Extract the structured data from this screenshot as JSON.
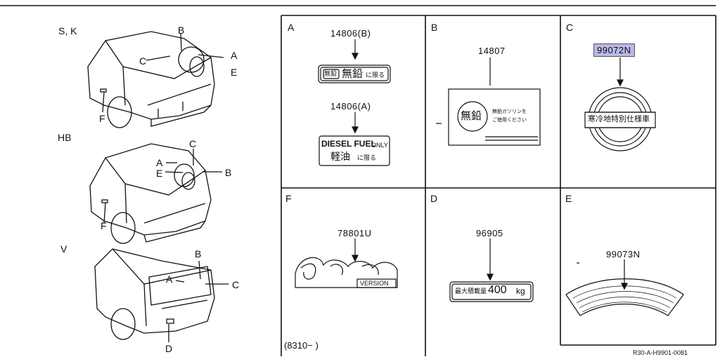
{
  "views": [
    {
      "name": "S, K",
      "labels": {
        "B": "B",
        "C": "C",
        "A": "A",
        "E": "E",
        "F": "F"
      }
    },
    {
      "name": "HB",
      "labels": {
        "C": "C",
        "A": "A",
        "E": "E",
        "B": "B",
        "F": "F"
      }
    },
    {
      "name": "V",
      "labels": {
        "B": "B",
        "A": "A",
        "C": "C",
        "D": "D"
      }
    }
  ],
  "panels": {
    "A": {
      "letter": "A",
      "part_top": "14806(B)",
      "label_top_small": "無鉛",
      "label_top_main": "無鉛",
      "label_top_suffix": "に限る",
      "part_bottom": "14806(A)",
      "label_bottom_line1": "DIESEL FUEL",
      "label_bottom_only": "ONLY",
      "label_bottom_kanji": "軽油",
      "label_bottom_suffix": "に限る"
    },
    "B": {
      "letter": "B",
      "part": "14807",
      "circle_text": "無鉛",
      "line1": "無鉛ガソリンを",
      "line2": "ご使用ください"
    },
    "C": {
      "letter": "C",
      "part": "99072N",
      "badge_text": "寒冷地特別仕様車",
      "highlight_color": "#b9b8e8"
    },
    "F": {
      "letter": "F",
      "part": "78801U",
      "version": "VERSION",
      "date": "(8310−        )"
    },
    "D": {
      "letter": "D",
      "part": "96905",
      "label_prefix": "最大積載量",
      "label_value": "400",
      "label_unit": "kg"
    },
    "E": {
      "letter": "E",
      "part": "99073N"
    }
  },
  "footer_code": "R30-A-H9901-0081"
}
